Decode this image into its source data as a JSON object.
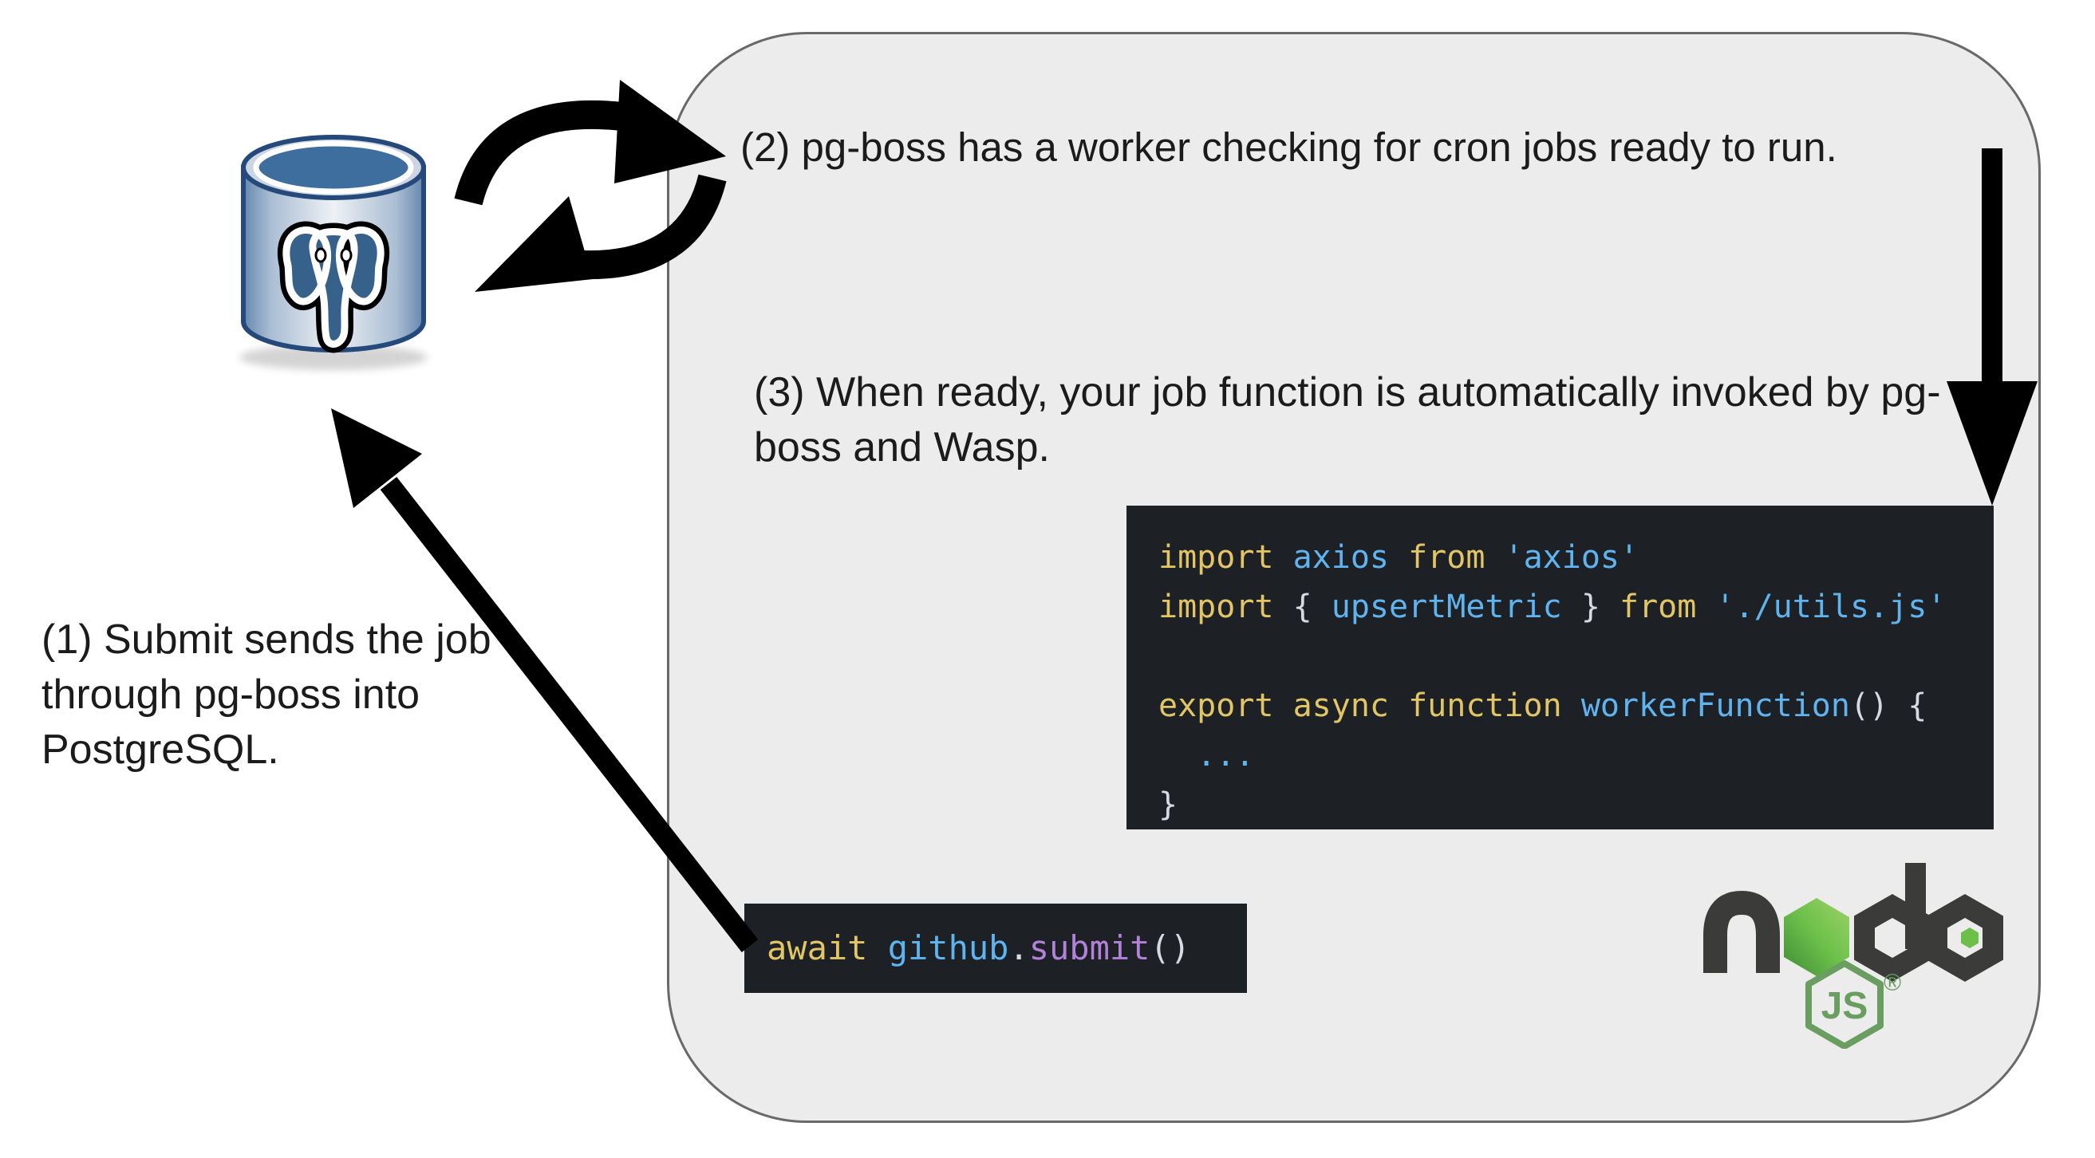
{
  "panel": {
    "background": "#ececec",
    "border_color": "#696969"
  },
  "labels": {
    "step1": "(1) Submit sends the job through pg-boss into PostgreSQL.",
    "step2": "(2) pg-boss has a worker checking for cron jobs ready to run.",
    "step3": "(3) When ready, your job function is automatically invoked by pg-boss and Wasp."
  },
  "code_colors": {
    "kw": "#e2c565",
    "id": "#5fb4ef",
    "str": "#5fb4ef",
    "punct": "#d7dae0",
    "fn": "#b281d9"
  },
  "code_blocks": {
    "worker": {
      "background": "#1d2126",
      "lines": [
        [
          {
            "text": "import ",
            "color": "kw"
          },
          {
            "text": "axios ",
            "color": "id"
          },
          {
            "text": "from ",
            "color": "kw"
          },
          {
            "text": "'axios'",
            "color": "str"
          }
        ],
        [
          {
            "text": "import ",
            "color": "kw"
          },
          {
            "text": "{ ",
            "color": "punct"
          },
          {
            "text": "upsertMetric ",
            "color": "id"
          },
          {
            "text": "} ",
            "color": "punct"
          },
          {
            "text": "from ",
            "color": "kw"
          },
          {
            "text": "'./utils.js'",
            "color": "str"
          }
        ],
        [],
        [
          {
            "text": "export async function ",
            "color": "kw"
          },
          {
            "text": "workerFunction",
            "color": "id"
          },
          {
            "text": "() {",
            "color": "punct"
          }
        ],
        [
          {
            "text": "  ...",
            "color": "id"
          }
        ],
        [
          {
            "text": "}",
            "color": "punct"
          }
        ]
      ]
    },
    "submit": {
      "background": "#1d2126",
      "lines": [
        [
          {
            "text": "await ",
            "color": "kw"
          },
          {
            "text": "github",
            "color": "id"
          },
          {
            "text": ".",
            "color": "punct"
          },
          {
            "text": "submit",
            "color": "fn"
          },
          {
            "text": "()",
            "color": "punct"
          }
        ]
      ]
    }
  },
  "nodejs": {
    "wordmark": "node",
    "badge_text": "JS",
    "registered": "®",
    "green": "#6cc04a",
    "badge_green": "#699e60",
    "dark": "#3b3b39"
  },
  "postgres": {
    "name": "PostgreSQL",
    "top_blue": "#3e6e9e",
    "elephant_blue": "#35618b",
    "outline_blue": "#24497a"
  },
  "arrows": {
    "color": "#000000"
  }
}
